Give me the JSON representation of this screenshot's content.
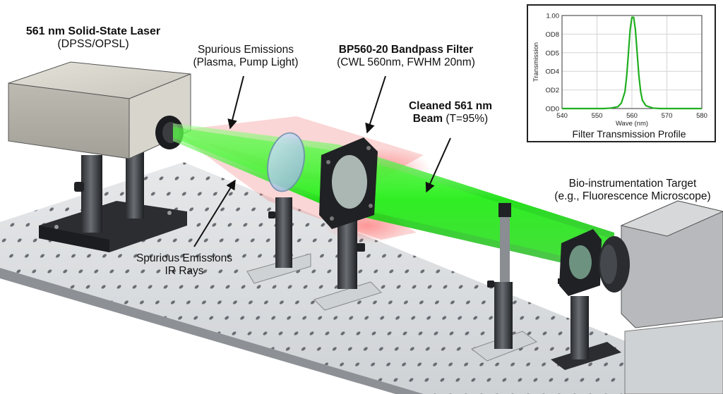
{
  "labels": {
    "laser_title": "561 nm Solid-State Laser",
    "laser_sub": "(DPSS/OPSL)",
    "spurious_top_1": "Spurious Emissions",
    "spurious_top_2": "(Plasma, Pump Light)",
    "filter_title": "BP560-20 Bandpass Filter",
    "filter_sub": "(CWL 560nm, FWHM 20nm)",
    "cleaned_1": "Cleaned 561 nm",
    "cleaned_2_bold": "Beam",
    "cleaned_2_rest": " (T=95%)",
    "target_1": "Bio-instrumentation Target",
    "target_2": "(e.g., Fluorescence Microscope)",
    "spurious_ir_1": "Spurious Emissions",
    "spurious_ir_2": "IR Rays"
  },
  "colors": {
    "beam_green": "#22e01a",
    "stray_red": "#f07070",
    "table_gray": "#d9dcdf",
    "curve_green": "#1fae1f"
  },
  "chart_data": {
    "type": "line",
    "title": "Filter Transmission Profile",
    "xlabel": "Wave (nm)",
    "ylabel": "Transmission",
    "xlim": [
      540,
      580
    ],
    "xticks": [
      "540",
      "550",
      "560",
      "570",
      "580"
    ],
    "ylim": [
      0,
      1
    ],
    "yticks": [
      "OD0",
      "OD2",
      "OD4",
      "OD5",
      "OD8",
      "1.00"
    ],
    "grid": true,
    "series": [
      {
        "x": [
          540,
          552,
          554,
          556,
          557,
          558,
          558.5,
          559,
          559.5,
          560,
          560.5,
          561,
          561.5,
          562,
          562.5,
          563,
          564,
          566,
          568,
          580
        ],
        "values": [
          0,
          0,
          0.005,
          0.02,
          0.06,
          0.18,
          0.35,
          0.6,
          0.85,
          0.98,
          0.98,
          0.85,
          0.6,
          0.35,
          0.18,
          0.09,
          0.03,
          0.005,
          0,
          0
        ]
      }
    ]
  }
}
